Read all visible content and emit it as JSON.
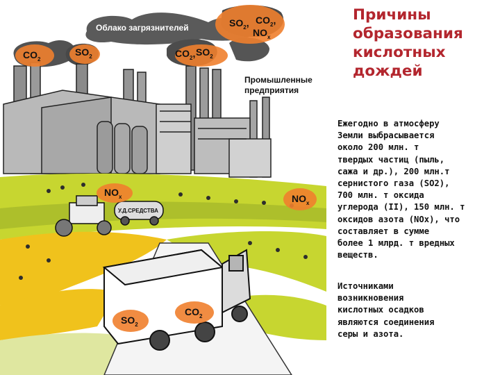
{
  "slide": {
    "title_lines": [
      "Причины",
      "образования",
      "кислотных",
      "дождей"
    ],
    "paragraph1_lines": [
      "Ежегодно в атмосферу",
      "Земли выбрасывается",
      "около 200 млн. т",
      "твердых частиц (пыль,",
      "сажа и др.), 200 млн.т",
      "сернистого газа (SO2),",
      "700 млн. т оксида",
      "углерода (II), 150 млн. т",
      "оксидов азота (NOx), что",
      "составляет в сумме",
      "более 1 млрд. т вредных",
      "веществ."
    ],
    "paragraph2_lines": [
      "Источниками",
      "возникновения",
      "кислотных осадков",
      "являются соединения",
      "серы и азота."
    ]
  },
  "illustration": {
    "labels": {
      "pollutant_cloud": "Облако загрязнителей",
      "industrial_plants_line1": "Промышленные",
      "industrial_plants_line2": "предприятия",
      "truck_sign": "У.Д.СРЕДСТВА"
    },
    "chemicals": {
      "co2": "CO",
      "so2": "SO",
      "no": "NO",
      "sub2": "2",
      "subx": "x",
      "comma": ","
    }
  }
}
